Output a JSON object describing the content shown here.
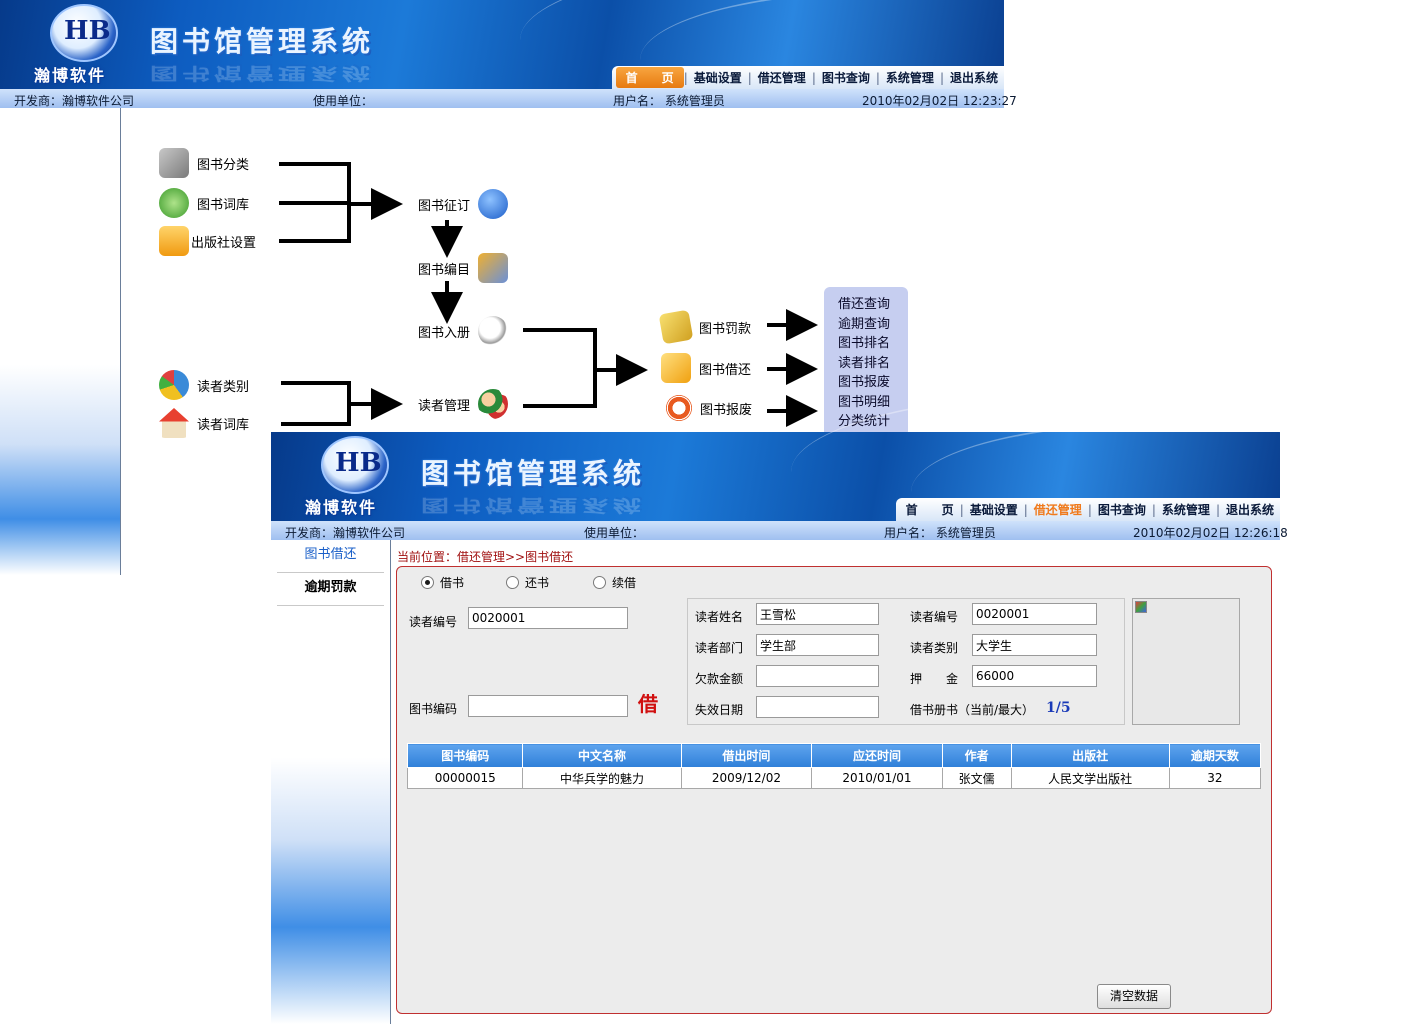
{
  "common": {
    "logo_text": "瀚博软件",
    "system_title": "图书馆管理系统",
    "menu": [
      "首　　页",
      "基础设置",
      "借还管理",
      "图书查询",
      "系统管理",
      "退出系统"
    ],
    "developer": "开发商：瀚博软件公司",
    "user_unit": "使用单位：",
    "username": "用户名：  系统管理员"
  },
  "window1": {
    "datetime": "2010年02月02日 12:23:27",
    "flow": {
      "book_category": "图书分类",
      "book_library": "图书词库",
      "publisher_setup": "出版社设置",
      "book_order": "图书征订",
      "book_catalog": "图书编目",
      "book_register": "图书入册",
      "reader_type": "读者类别",
      "reader_library": "读者词库",
      "reader_manage": "读者管理",
      "book_fine": "图书罚款",
      "book_borrow_return": "图书借还",
      "book_scrap": "图书报废"
    },
    "side_links": [
      "借还查询",
      "逾期查询",
      "图书排名",
      "读者排名",
      "图书报废",
      "图书明细",
      "分类统计"
    ]
  },
  "window2": {
    "datetime": "2010年02月02日 12:26:18",
    "active_menu": "借还管理",
    "sidebar": [
      "图书借还",
      "逾期罚款"
    ],
    "breadcrumb": "当前位置：借还管理>>图书借还",
    "modes": [
      "借书",
      "还书",
      "续借"
    ],
    "selected_mode": "借书",
    "form": {
      "reader_no_label": "读者编号",
      "reader_no_value": "0020001",
      "book_code_label": "图书编码",
      "book_code_value": "",
      "borrow_char": "借",
      "reader_name_label": "读者姓名",
      "reader_name_value": "王雪松",
      "reader_no2_label": "读者编号",
      "reader_no2_value": "0020001",
      "dept_label": "读者部门",
      "dept_value": "学生部",
      "type_label": "读者类别",
      "type_value": "大学生",
      "debt_label": "欠款金额",
      "debt_value": "",
      "deposit_label": "押　　金",
      "deposit_value": "66000",
      "expire_label": "失效日期",
      "expire_value": "",
      "count_label": "借书册书（当前/最大）",
      "count_value": "1/5"
    },
    "table": {
      "headers": [
        "图书编码",
        "中文名称",
        "借出时间",
        "应还时间",
        "作者",
        "出版社",
        "逾期天数"
      ],
      "rows": [
        [
          "00000015",
          "中华兵学的魅力",
          "2009/12/02",
          "2010/01/01",
          "张文儒",
          "人民文学出版社",
          "32"
        ]
      ]
    },
    "clear_button": "清空数据"
  }
}
